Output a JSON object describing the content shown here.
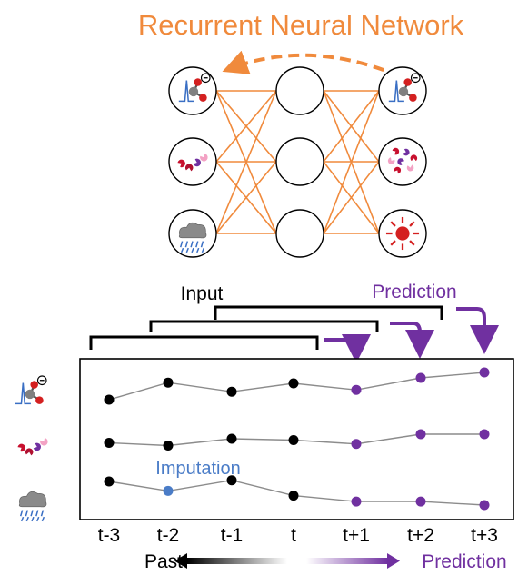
{
  "title": "Recurrent Neural Network",
  "labels": {
    "input": "Input",
    "prediction": "Prediction",
    "imputation": "Imputation",
    "past": "Past",
    "prediction_arrow": "Prediction"
  },
  "time_labels": [
    "t-3",
    "t-2",
    "t-1",
    "t",
    "t+1",
    "t+2",
    "t+3"
  ],
  "network": {
    "input_nodes": [
      "chemical-molecule",
      "microbes",
      "rain-cloud"
    ],
    "hidden_nodes": 3,
    "output_nodes": [
      "chemical-molecule",
      "microbes",
      "sun"
    ]
  },
  "series": [
    {
      "variable": "chemical",
      "levels": [
        0.25,
        0.72,
        0.47,
        0.7,
        0.52,
        0.85,
        1.0
      ],
      "kinds": [
        "observed",
        "observed",
        "observed",
        "observed",
        "predicted",
        "predicted",
        "predicted"
      ]
    },
    {
      "variable": "microbes",
      "levels": [
        0.5,
        0.38,
        0.68,
        0.62,
        0.45,
        0.88,
        0.88
      ],
      "kinds": [
        "observed",
        "observed",
        "observed",
        "observed",
        "predicted",
        "predicted",
        "predicted"
      ]
    },
    {
      "variable": "rain",
      "levels": [
        1.0,
        0.6,
        1.05,
        0.4,
        0.15,
        0.15,
        0.0
      ],
      "kinds": [
        "observed",
        "imputed",
        "observed",
        "observed",
        "predicted",
        "predicted",
        "predicted"
      ]
    }
  ],
  "colors": {
    "accent": "#f08a3c",
    "purple": "#7030a0",
    "imputed": "#4a7cc7",
    "observed": "#000000",
    "line": "#8c8c8c",
    "red": "#d42020",
    "blue": "#3a6fc4"
  }
}
